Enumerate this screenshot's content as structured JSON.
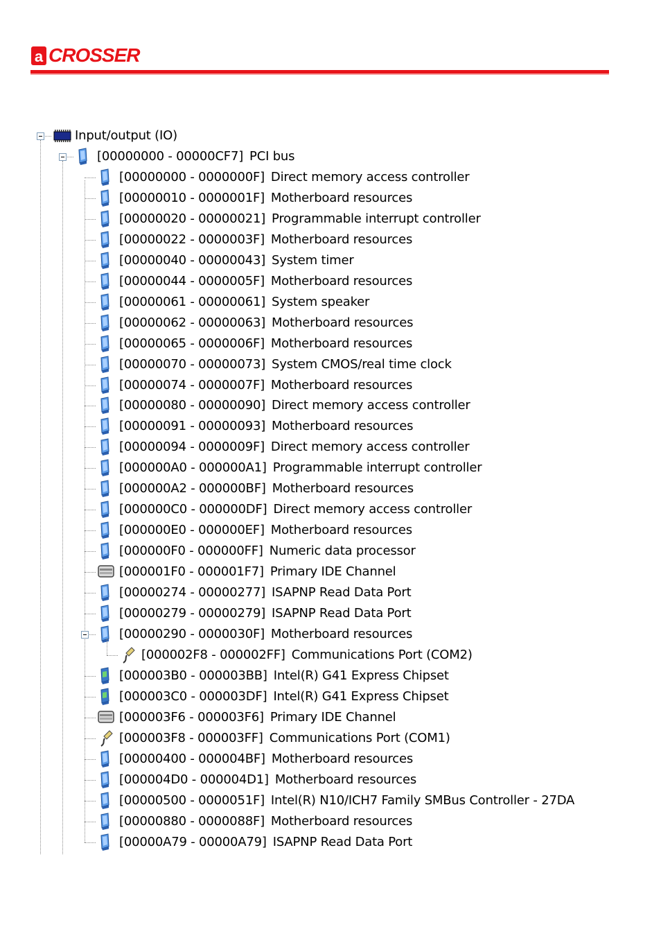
{
  "brand": {
    "logo_letter": "a",
    "logo_text": "CROSSER"
  },
  "tree": {
    "root": {
      "label": "Input/output (IO)",
      "icon": "io-chip-icon"
    },
    "bus": {
      "range": "[00000000 - 00000CF7]",
      "name": "PCI bus",
      "icon": "monitor-icon"
    },
    "items": [
      {
        "range": "[00000000 - 0000000F]",
        "name": "Direct memory access controller",
        "icon": "monitor-icon"
      },
      {
        "range": "[00000010 - 0000001F]",
        "name": "Motherboard resources",
        "icon": "monitor-icon"
      },
      {
        "range": "[00000020 - 00000021]",
        "name": "Programmable interrupt controller",
        "icon": "monitor-icon"
      },
      {
        "range": "[00000022 - 0000003F]",
        "name": "Motherboard resources",
        "icon": "monitor-icon"
      },
      {
        "range": "[00000040 - 00000043]",
        "name": "System timer",
        "icon": "monitor-icon"
      },
      {
        "range": "[00000044 - 0000005F]",
        "name": "Motherboard resources",
        "icon": "monitor-icon"
      },
      {
        "range": "[00000061 - 00000061]",
        "name": "System speaker",
        "icon": "monitor-icon"
      },
      {
        "range": "[00000062 - 00000063]",
        "name": "Motherboard resources",
        "icon": "monitor-icon"
      },
      {
        "range": "[00000065 - 0000006F]",
        "name": "Motherboard resources",
        "icon": "monitor-icon"
      },
      {
        "range": "[00000070 - 00000073]",
        "name": "System CMOS/real time clock",
        "icon": "monitor-icon"
      },
      {
        "range": "[00000074 - 0000007F]",
        "name": "Motherboard resources",
        "icon": "monitor-icon"
      },
      {
        "range": "[00000080 - 00000090]",
        "name": "Direct memory access controller",
        "icon": "monitor-icon"
      },
      {
        "range": "[00000091 - 00000093]",
        "name": "Motherboard resources",
        "icon": "monitor-icon"
      },
      {
        "range": "[00000094 - 0000009F]",
        "name": "Direct memory access controller",
        "icon": "monitor-icon"
      },
      {
        "range": "[000000A0 - 000000A1]",
        "name": "Programmable interrupt controller",
        "icon": "monitor-icon"
      },
      {
        "range": "[000000A2 - 000000BF]",
        "name": "Motherboard resources",
        "icon": "monitor-icon"
      },
      {
        "range": "[000000C0 - 000000DF]",
        "name": "Direct memory access controller",
        "icon": "monitor-icon"
      },
      {
        "range": "[000000E0 - 000000EF]",
        "name": "Motherboard resources",
        "icon": "monitor-icon"
      },
      {
        "range": "[000000F0 - 000000FF]",
        "name": "Numeric data processor",
        "icon": "monitor-icon"
      },
      {
        "range": "[000001F0 - 000001F7]",
        "name": "Primary IDE Channel",
        "icon": "ide-drive-icon"
      },
      {
        "range": "[00000274 - 00000277]",
        "name": "ISAPNP Read Data Port",
        "icon": "monitor-icon"
      },
      {
        "range": "[00000279 - 00000279]",
        "name": "ISAPNP Read Data Port",
        "icon": "monitor-icon"
      },
      {
        "range": "[00000290 - 0000030F]",
        "name": "Motherboard resources",
        "icon": "monitor-icon",
        "expanded": true
      },
      {
        "range": "[000002F8 - 000002FF]",
        "name": "Communications Port (COM2)",
        "icon": "serial-port-icon",
        "child": true
      },
      {
        "range": "[000003B0 - 000003BB]",
        "name": "Intel(R) G41 Express Chipset",
        "icon": "display-adapter-icon"
      },
      {
        "range": "[000003C0 - 000003DF]",
        "name": "Intel(R) G41 Express Chipset",
        "icon": "display-adapter-icon"
      },
      {
        "range": "[000003F6 - 000003F6]",
        "name": "Primary IDE Channel",
        "icon": "ide-drive-icon"
      },
      {
        "range": "[000003F8 - 000003FF]",
        "name": "Communications Port (COM1)",
        "icon": "serial-port-icon"
      },
      {
        "range": "[00000400 - 000004BF]",
        "name": "Motherboard resources",
        "icon": "monitor-icon"
      },
      {
        "range": "[000004D0 - 000004D1]",
        "name": "Motherboard resources",
        "icon": "monitor-icon"
      },
      {
        "range": "[00000500 - 0000051F]",
        "name": "Intel(R) N10/ICH7 Family SMBus Controller - 27DA",
        "icon": "monitor-icon"
      },
      {
        "range": "[00000880 - 0000088F]",
        "name": "Motherboard resources",
        "icon": "monitor-icon"
      },
      {
        "range": "[00000A79 - 00000A79]",
        "name": "ISAPNP Read Data Port",
        "icon": "monitor-icon"
      }
    ]
  },
  "colors": {
    "brand_red": "#e8141a",
    "icon_blue": "#3a78c8"
  }
}
